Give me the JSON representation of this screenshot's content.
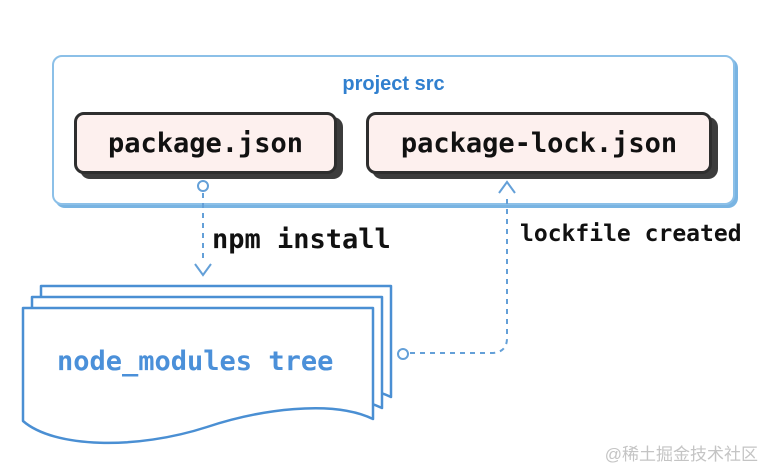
{
  "diagram": {
    "container_label": "project src",
    "nodes": {
      "package_json": "package.json",
      "package_lock_json": "package-lock.json",
      "node_modules": "node_modules tree"
    },
    "edges": {
      "npm_install": "npm install",
      "lockfile_created": "lockfile created"
    },
    "watermark": "@稀土掘金技术社区",
    "colors": {
      "stack_blue": "#4a8fd3",
      "container_border_blue": "#8cc0e8",
      "container_shadow_blue": "#79b4e2",
      "dashed_line_blue": "#64a0d8",
      "container_label_blue": "#3180cf",
      "stack_label_blue": "#4b90d9",
      "node_fill_pink": "#fdf0ee",
      "node_border_dark": "#2e2e2e",
      "node_shadow_dark": "#3c3c3c",
      "edge_text_black": "#111111",
      "watermark_gray": "#c4c4c4"
    }
  }
}
